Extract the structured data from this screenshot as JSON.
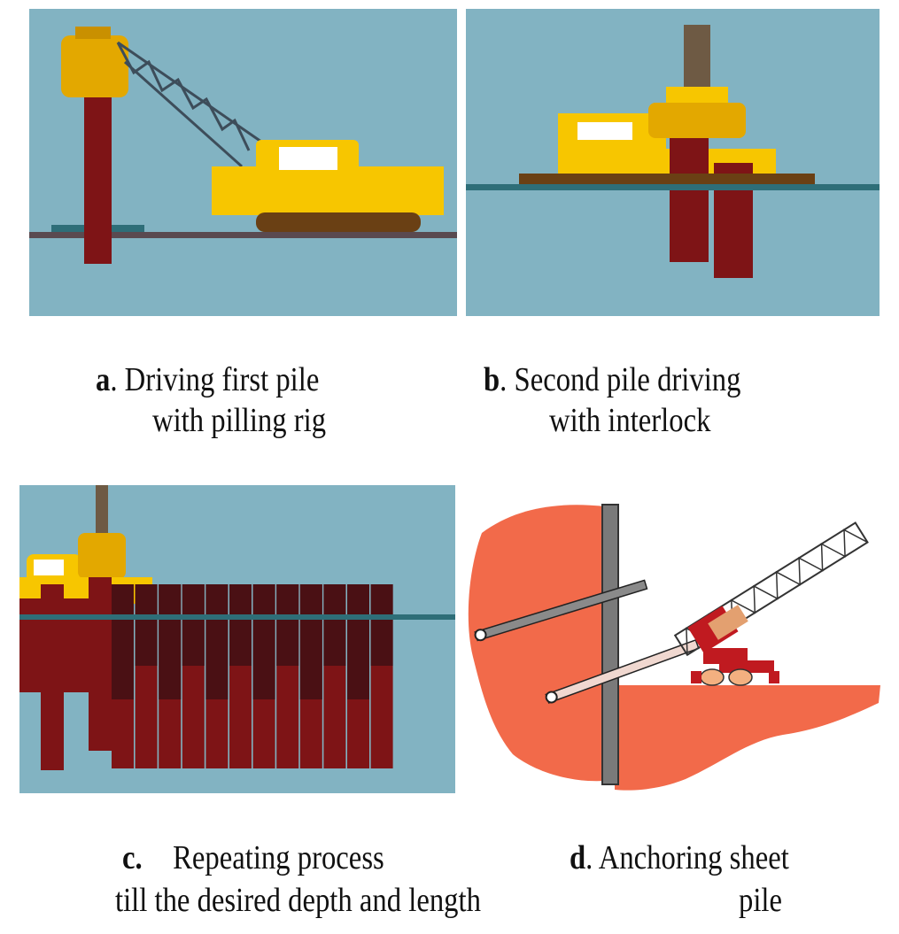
{
  "panels": [
    {
      "id": "a",
      "letter": "a",
      "line1": ". Driving first pile",
      "line2": "with pilling rig"
    },
    {
      "id": "b",
      "letter": "b",
      "line1": ". Second pile driving",
      "line2": "with interlock"
    },
    {
      "id": "c",
      "letter": "c.",
      "line1": "Repeating process",
      "line2": "till the desired depth and length"
    },
    {
      "id": "d",
      "letter": "d",
      "line1": ". Anchoring sheet",
      "line2": "pile"
    }
  ],
  "colors": {
    "sky": "#82b3c2",
    "pile": "#7e1416",
    "pile_dark": "#4a1014",
    "rig_yellow": "#f7c600",
    "rig_orange": "#e3a800",
    "track": "#6a4014",
    "water": "#2e6e78",
    "soil": "#f26a4a"
  }
}
